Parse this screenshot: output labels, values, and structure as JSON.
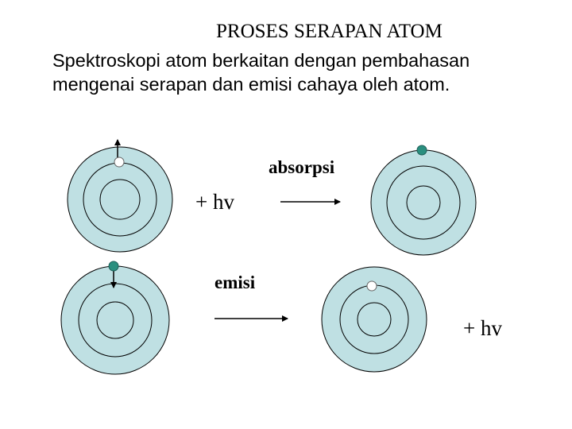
{
  "slide": {
    "title": "PROSES SERAPAN ATOM",
    "body": "Spektroskopi atom berkaitan dengan pembahasan mengenai serapan dan emisi cahaya oleh atom."
  },
  "diagram": {
    "absorption": {
      "label": "absorpsi",
      "reactant_photon": "+  hv"
    },
    "emission": {
      "label": "emisi",
      "product_photon": "+  hv"
    }
  },
  "colors": {
    "atom_fill": "#bfe0e3",
    "ring_stroke": "#000000",
    "excited_electron": "#2a8f7f",
    "ground_electron": "#ffffff"
  }
}
